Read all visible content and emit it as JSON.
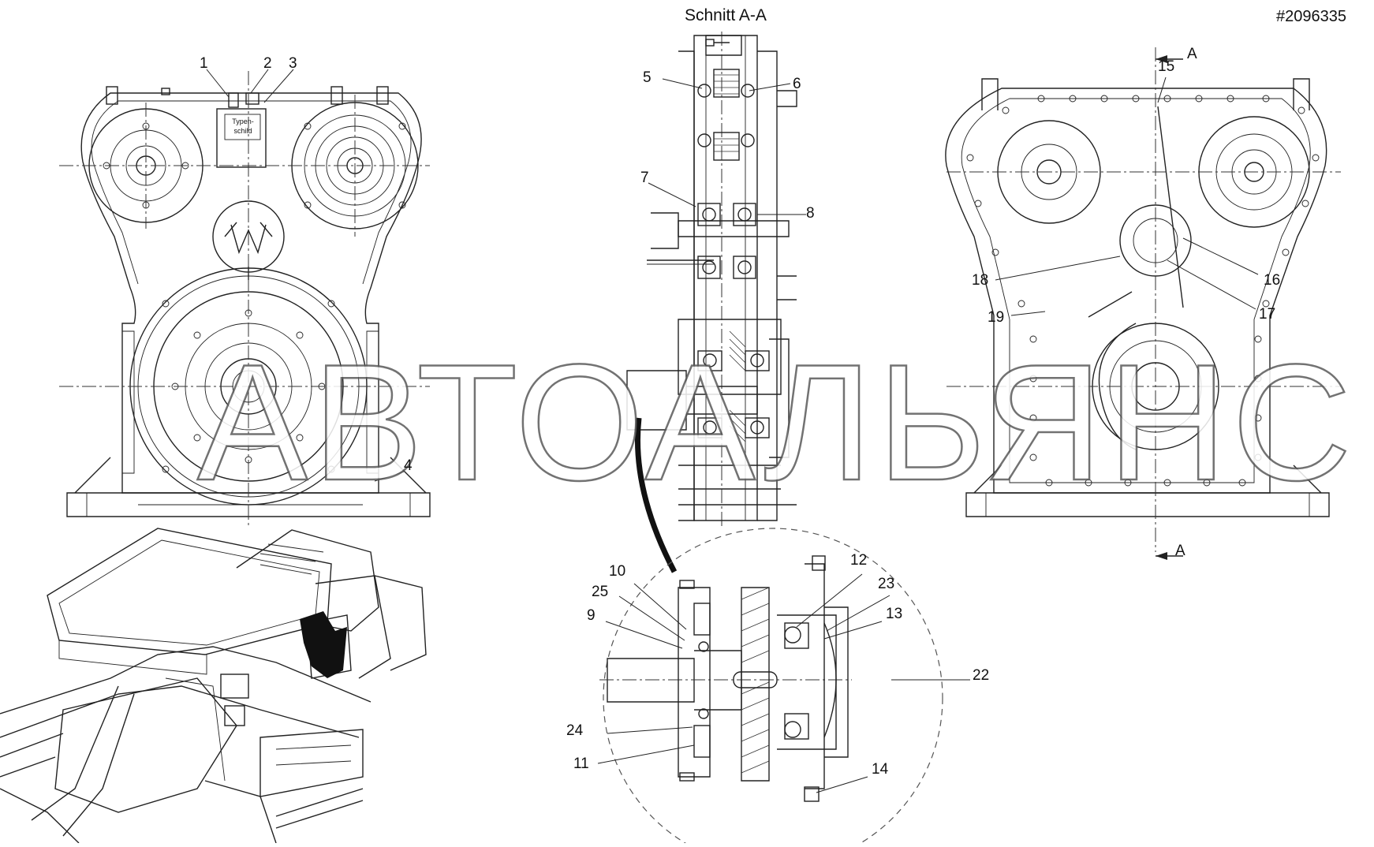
{
  "header": {
    "section_title": "Schnitt A-A",
    "drawing_code": "#2096335"
  },
  "nameplate_text": "Typen-schild",
  "section_markers": [
    "A",
    "A"
  ],
  "callouts": [
    "1",
    "2",
    "3",
    "4",
    "5",
    "6",
    "7",
    "8",
    "9",
    "10",
    "11",
    "12",
    "13",
    "14",
    "15",
    "16",
    "17",
    "18",
    "19",
    "22",
    "23",
    "24",
    "25"
  ],
  "watermark": "АВТОАЛЬЯНС",
  "colors": {
    "line": "#222222",
    "background": "#ffffff",
    "watermark_stroke": "#5a5a5a",
    "machine_dark": "#111111"
  }
}
